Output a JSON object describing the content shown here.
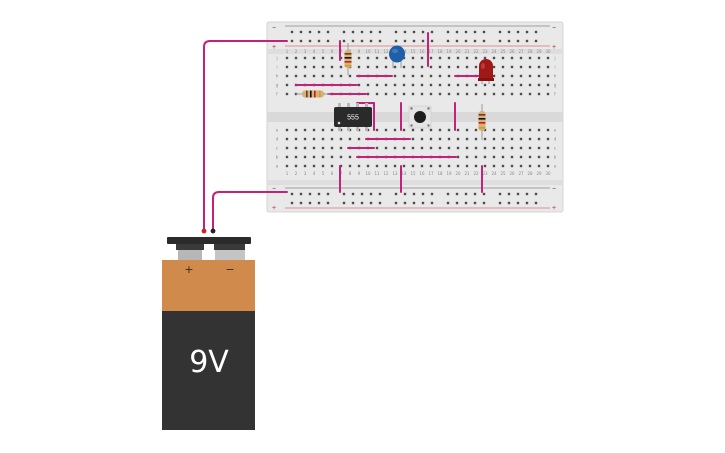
{
  "breadboard": {
    "column_numbers": [
      "1",
      "2",
      "3",
      "4",
      "5",
      "6",
      "7",
      "8",
      "9",
      "10",
      "11",
      "12",
      "13",
      "14",
      "15",
      "16",
      "17",
      "18",
      "19",
      "20",
      "21",
      "22",
      "23",
      "24",
      "25",
      "26",
      "27",
      "28",
      "29",
      "30"
    ],
    "row_letters_top": [
      "j",
      "i",
      "h",
      "g",
      "f"
    ],
    "row_letters_bottom": [
      "e",
      "d",
      "c",
      "b",
      "a"
    ],
    "rail_minus": "−",
    "rail_plus": "+"
  },
  "chip": {
    "label": "555"
  },
  "battery": {
    "label": "9V",
    "plus_label": "+",
    "minus_label": "−"
  },
  "colors": {
    "wire": "#c2227a",
    "board": "#e9e9e9",
    "battery_top": "#d08a4c",
    "battery_body": "#333333",
    "capacitor": "#1f5fa8",
    "led": "#a11818"
  }
}
